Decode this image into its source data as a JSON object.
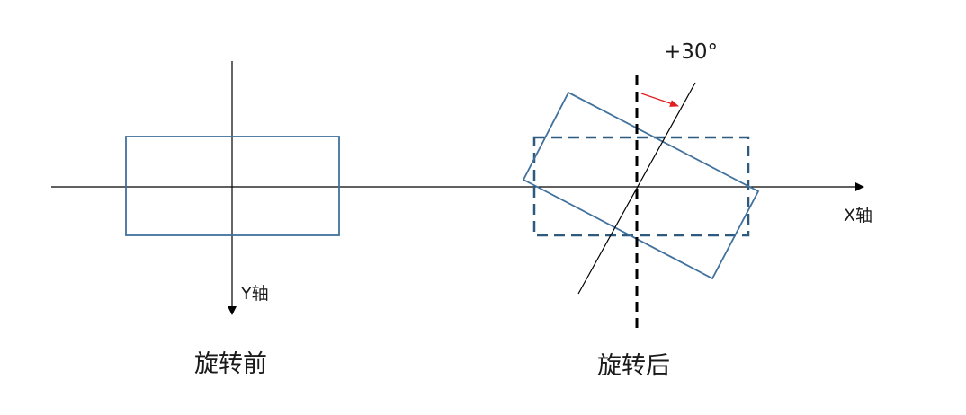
{
  "labels": {
    "y_axis": "Y轴",
    "x_axis": "X轴",
    "before": "旋转前",
    "after": "旋转后",
    "angle": "+30°"
  },
  "colors": {
    "axis": "#000000",
    "rect_stroke": "#41719c",
    "dashed_rect_stroke": "#2e5a80",
    "rotation_arrow": "#e02020",
    "text": "#1a1a1a"
  },
  "rotation_degrees": 30
}
